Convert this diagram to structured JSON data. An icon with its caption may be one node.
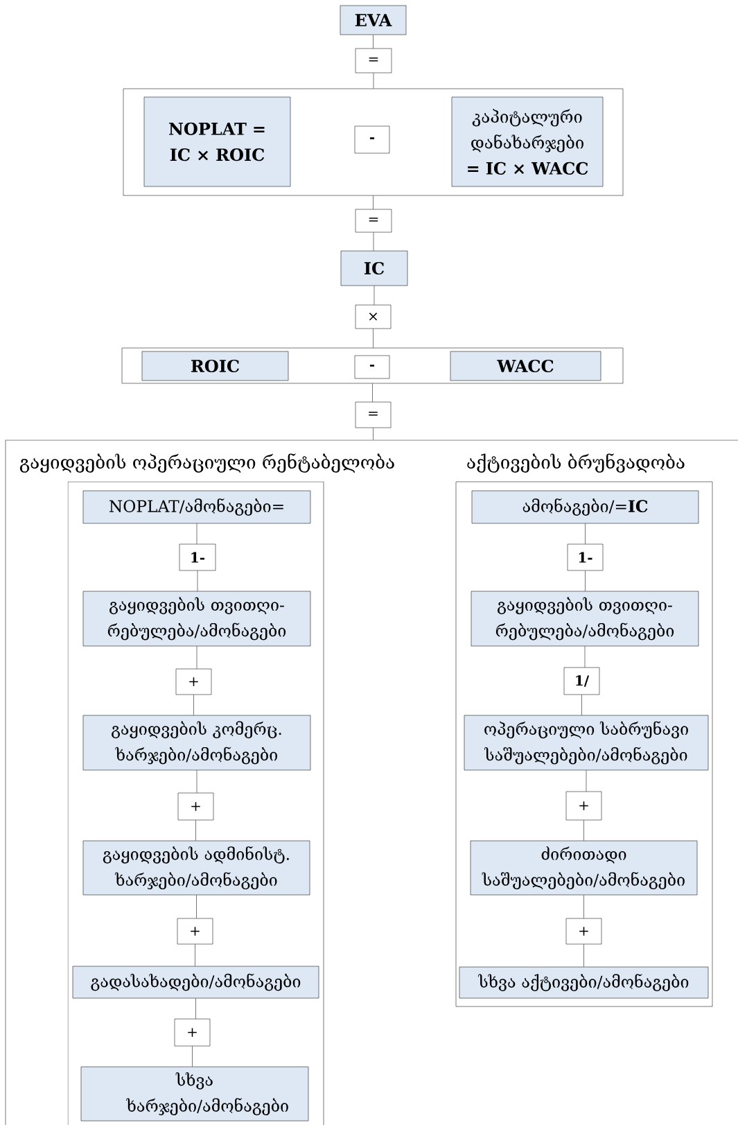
{
  "diagram": {
    "nodes": [
      {
        "text": [
          "EVA"
        ]
      },
      {
        "text": [
          "="
        ]
      },
      {
        "text": [],
        "shape": "box"
      },
      {
        "text": [
          "NOPLAT = IC × ROIC"
        ],
        "in": 2
      },
      {
        "text": [
          "-"
        ],
        "in": 2
      },
      {
        "text": [
          "კაპიტალური დანახარჯები **= IC × WACC**"
        ],
        "in": 2
      },
      {
        "text": [
          "="
        ]
      },
      {
        "text": [
          "IC"
        ]
      },
      {
        "text": [
          "×"
        ]
      },
      {
        "text": [],
        "shape": "box"
      },
      {
        "text": [
          "ROIC"
        ],
        "in": 9
      },
      {
        "text": [
          "-"
        ],
        "in": 9
      },
      {
        "text": [
          "WACC"
        ],
        "in": 9
      },
      {
        "text": [
          "="
        ]
      },
      {
        "text": [],
        "shape": "box"
      },
      {
        "text": [
          "გაყიდვების ოპერაციული რენტაბელობა"
        ],
        "in": 14
      },
      {
        "text": [
          "NOPLAT/ამონაგები="
        ],
        "in": 15
      },
      {
        "text": [
          "1-"
        ],
        "in": 15
      },
      {
        "text": [
          "გაყიდვების თვითღი-რებულება/ამონაგები"
        ],
        "in": 15
      },
      {
        "text": [
          "+"
        ],
        "in": 15
      },
      {
        "text": [
          "გაყიდვების კომერც. ხარჯები/ამონაგები"
        ],
        "in": 15
      },
      {
        "text": [
          "+"
        ],
        "in": 15
      },
      {
        "text": [
          "გაყიდვების ადმინისტ. ხარჯები/ამონაგები"
        ],
        "in": 15
      },
      {
        "text": [
          "+"
        ],
        "in": 15
      },
      {
        "text": [
          "გადასახადები/ამონაგები"
        ],
        "in": 15
      },
      {
        "text": [
          "+"
        ],
        "in": 15
      },
      {
        "text": [
          "სხვა ხარჯები/ამონაგები"
        ],
        "in": 15
      },
      {
        "text": [
          "აქტივების ბრუნვადობა"
        ],
        "in": 14
      },
      {
        "text": [
          "ამონაგები/=**IC**"
        ],
        "in": 27
      },
      {
        "text": [
          "1-"
        ],
        "in": 27
      },
      {
        "text": [
          "გაყიდვების თვითღი-რებულება/ამონაგები"
        ],
        "in": 27
      },
      {
        "text": [
          "1/"
        ],
        "in": 27
      },
      {
        "text": [
          "ოპერაციული საბრუნავი საშუალებები/ამონაგები"
        ],
        "in": 27
      },
      {
        "text": [
          "+"
        ],
        "in": 27
      },
      {
        "text": [
          "ძირითადი საშუალებები/ამონაგები"
        ],
        "in": 27
      },
      {
        "text": [
          "+"
        ],
        "in": 27
      },
      {
        "text": [
          "სხვა აქტივები/ამონაგები"
        ],
        "in": 27
      }
    ],
    "edges": [
      {
        "from": 0,
        "to": 1,
        "arrow": "none"
      },
      {
        "from": 1,
        "to": 2,
        "arrow": "none"
      },
      {
        "from": 2,
        "to": 6,
        "arrow": "none"
      },
      {
        "from": 6,
        "to": 7,
        "arrow": "none"
      },
      {
        "from": 7,
        "to": 8,
        "arrow": "none"
      },
      {
        "from": 8,
        "to": 9,
        "arrow": "none"
      },
      {
        "from": 9,
        "to": 13,
        "arrow": "none"
      },
      {
        "from": 13,
        "to": 14,
        "arrow": "none"
      },
      {
        "from": 16,
        "to": 17,
        "arrow": "none"
      },
      {
        "from": 17,
        "to": 18,
        "arrow": "none"
      },
      {
        "from": 18,
        "to": 19,
        "arrow": "none"
      },
      {
        "from": 19,
        "to": 20,
        "arrow": "none"
      },
      {
        "from": 20,
        "to": 21,
        "arrow": "none"
      },
      {
        "from": 21,
        "to": 22,
        "arrow": "none"
      },
      {
        "from": 22,
        "to": 23,
        "arrow": "none"
      },
      {
        "from": 23,
        "to": 24,
        "arrow": "none"
      },
      {
        "from": 24,
        "to": 25,
        "arrow": "none"
      },
      {
        "from": 25,
        "to": 26,
        "arrow": "none"
      },
      {
        "from": 28,
        "to": 29,
        "arrow": "none"
      },
      {
        "from": 29,
        "to": 30,
        "arrow": "none"
      },
      {
        "from": 30,
        "to": 31,
        "arrow": "none"
      },
      {
        "from": 31,
        "to": 32,
        "arrow": "none"
      },
      {
        "from": 32,
        "to": 33,
        "arrow": "none"
      },
      {
        "from": 33,
        "to": 34,
        "arrow": "none"
      },
      {
        "from": 34,
        "to": 35,
        "arrow": "none"
      },
      {
        "from": 35,
        "to": 36,
        "arrow": "none"
      }
    ]
  }
}
